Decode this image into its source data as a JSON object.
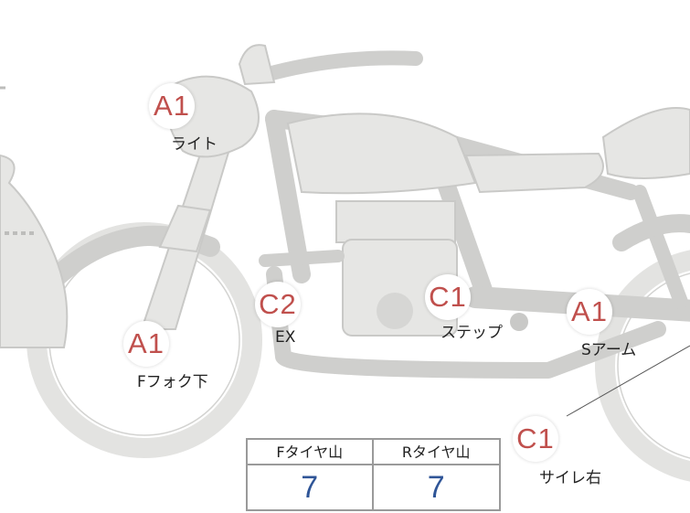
{
  "markers": [
    {
      "id": "light",
      "grade": "A1",
      "label": "ライト"
    },
    {
      "id": "ffork",
      "grade": "A1",
      "label": "Fフォク下"
    },
    {
      "id": "ex",
      "grade": "C2",
      "label": "EX"
    },
    {
      "id": "step",
      "grade": "C1",
      "label": "ステップ"
    },
    {
      "id": "sarm",
      "grade": "A1",
      "label": "Sアーム"
    },
    {
      "id": "silencer",
      "grade": "C1",
      "label": "サイレ右"
    }
  ],
  "tire_table": {
    "headers": [
      "Fタイヤ山",
      "Rタイヤ山"
    ],
    "values": [
      "7",
      "7"
    ]
  },
  "colors": {
    "grade_text": "#c0504d",
    "value_text": "#2f5597",
    "bike_fill": "#e6e6e4",
    "bike_outline": "#cfcfcd"
  }
}
